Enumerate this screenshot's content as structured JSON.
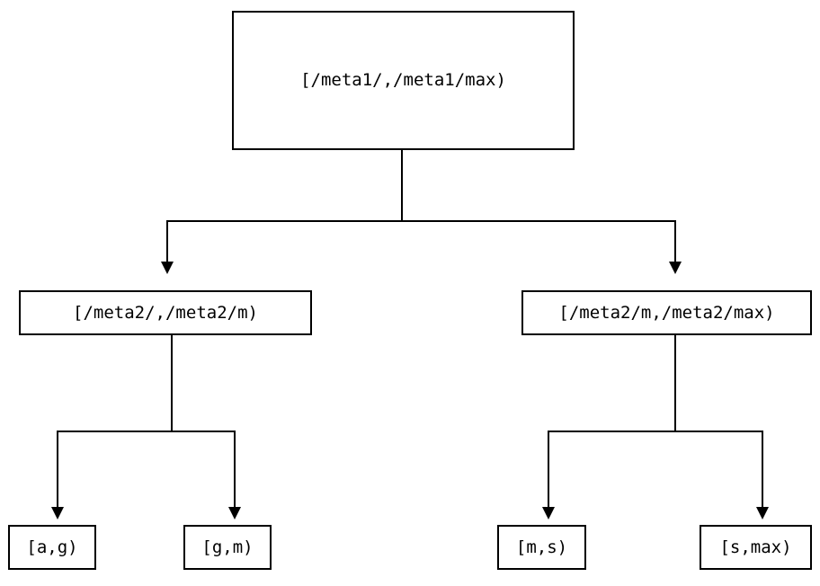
{
  "diagram": {
    "type": "tree",
    "title": "",
    "background_color": "#ffffff",
    "line_color": "#000000",
    "text_color": "#000000",
    "nodes": {
      "root": {
        "label": "[/meta1/,/meta1/max)"
      },
      "mid_left": {
        "label": "[/meta2/,/meta2/m)"
      },
      "mid_right": {
        "label": "[/meta2/m,/meta2/max)"
      },
      "leaf_1": {
        "label": "[a,g)"
      },
      "leaf_2": {
        "label": "[g,m)"
      },
      "leaf_3": {
        "label": "[m,s)"
      },
      "leaf_4": {
        "label": "[s,max)"
      }
    },
    "edges": [
      {
        "from": "root",
        "to": "mid_left"
      },
      {
        "from": "root",
        "to": "mid_right"
      },
      {
        "from": "mid_left",
        "to": "leaf_1"
      },
      {
        "from": "mid_left",
        "to": "leaf_2"
      },
      {
        "from": "mid_right",
        "to": "leaf_3"
      },
      {
        "from": "mid_right",
        "to": "leaf_4"
      }
    ]
  }
}
